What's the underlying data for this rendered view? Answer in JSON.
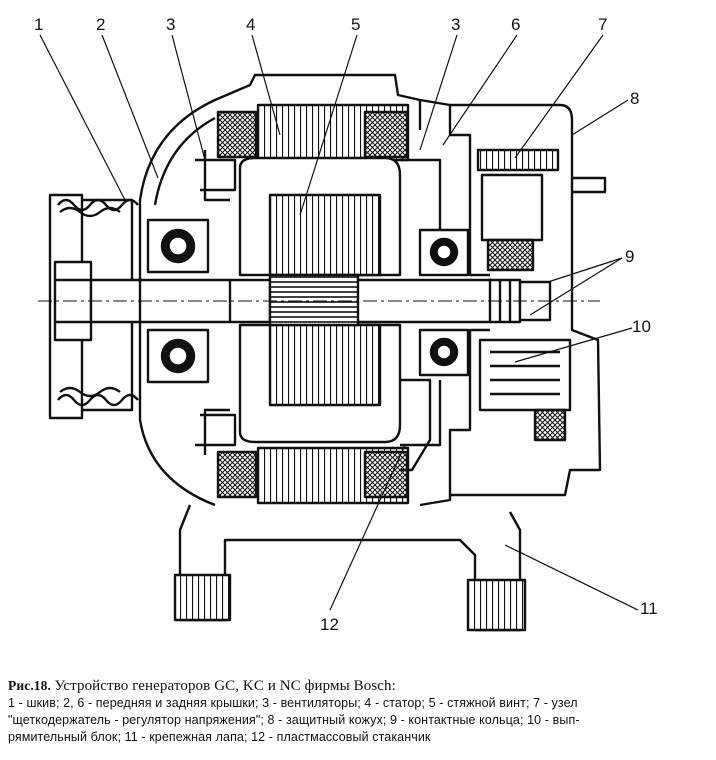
{
  "callouts": [
    "1",
    "2",
    "3",
    "4",
    "5",
    "3",
    "6",
    "7",
    "8",
    "9",
    "10",
    "11",
    "12"
  ],
  "caption": {
    "figure": "Рис.18.",
    "title": "Устройство генераторов GC, KC и NC фирмы Bosch:",
    "line1": "1 - шкив; 2, 6 - передняя и задняя крышки; 3 - вентиляторы; 4 - статор;   5 - стяжной винт; 7 - узел",
    "line2": "\"щеткодержатель - регулятор напряжения\"; 8 - защитный кожух; 9 - контактные кольца; 10 - вып-",
    "line3": "рямительный блок; 11 - крепежная лапа; 12 - пластмассовый стаканчик"
  }
}
